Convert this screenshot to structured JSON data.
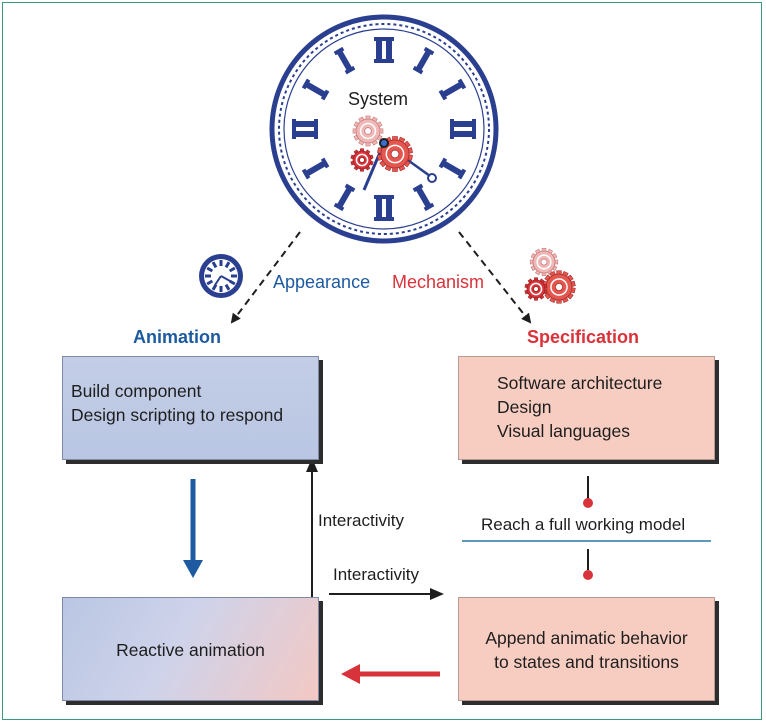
{
  "clock": {
    "label": "System"
  },
  "labels": {
    "appearance": "Appearance",
    "mechanism": "Mechanism",
    "animation": "Animation",
    "specification": "Specification",
    "interactivity_vertical": "Interactivity",
    "interactivity_horizontal": "Interactivity",
    "reach_model": "Reach a full working model"
  },
  "boxes": {
    "build": {
      "lines": [
        "Build component",
        "Design scripting to respond"
      ]
    },
    "spec": {
      "lines": [
        "Software architecture",
        "Design",
        "Visual languages"
      ]
    },
    "reactive": {
      "lines": [
        "Reactive animation"
      ]
    },
    "append": {
      "lines": [
        "Append animatic behavior",
        "to states and transitions"
      ]
    }
  },
  "colors": {
    "blue": "#1d5aa0",
    "red": "#d8333a",
    "frame": "#3a9a7e",
    "box_blue": "#c3cde6",
    "box_red": "#f7cdc2"
  },
  "icons": {
    "clock": "clock-icon",
    "gears": "gears-icon",
    "small_clock": "small-clock-icon"
  }
}
